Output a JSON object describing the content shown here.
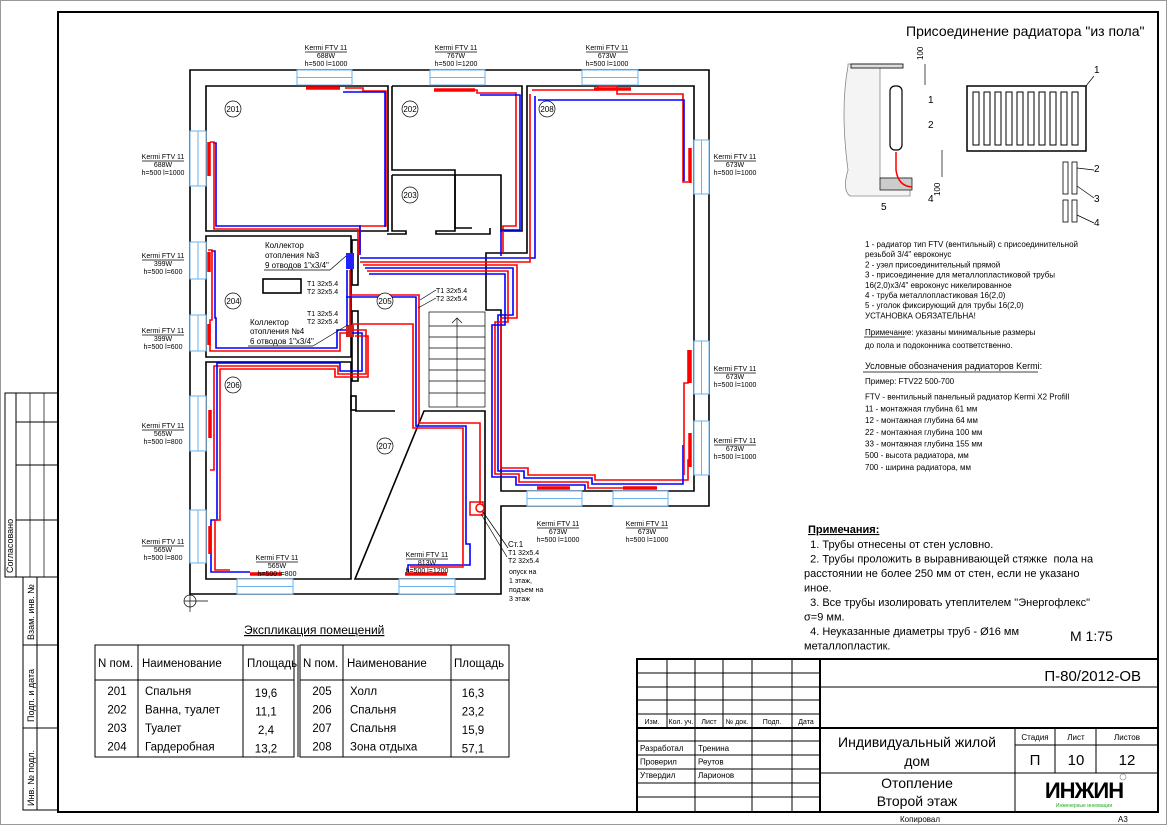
{
  "detail": {
    "title": "Присоединение радиатора \"из пола\"",
    "dim_top": "100",
    "dim_bottom": "100",
    "callouts": [
      "1",
      "2",
      "3",
      "4",
      "5"
    ],
    "legend": [
      "1 - радиатор тип FTV (вентильный) с присоединительной",
      "резьбой 3/4\" евроконус",
      "2 - узел присоединительный прямой",
      "3 - присоединение для металлопластиковой трубы",
      "16(2,0)x3/4\" евроконус никелированное",
      "4 - труба металлопластиковая 16(2,0)",
      "5 - уголок фиксирующий для трубы 16(2,0)",
      "УСТАНОВКА ОБЯЗАТЕЛЬНА!"
    ],
    "remark_1": "Примечание: указаны минимальные размеры",
    "remark_2": "до пола и подоконника соответственно."
  },
  "kermi_legend": {
    "title": "Условные обозначения радиаторов Kermi:",
    "lines": [
      "Пример: FTV22 500-700",
      "FTV - вентильный панельный радиатор Kermi X2 Profill",
      "11 - монтажная глубина 61 мм",
      "12 - монтажная глубина 64 мм",
      "22 - монтажная глубина 100 мм",
      "33 - монтажная глубина 155 мм",
      "500 - высота радиатора, мм",
      "700 - ширина радиатора, мм"
    ]
  },
  "notes": {
    "title": "Примечания:",
    "lines": [
      "  1. Трубы отнесены от стен условно.",
      "  2. Трубы проложить в выравнивающей стяжке  пола на",
      "расстоянии не более 250 мм от стен, если не указано",
      "иное.",
      "  3. Все трубы изолировать утеплителем \"Энергофлекс\"",
      "σ=9 мм.",
      "  4. Неуказанные диаметры труб - Ø16 мм",
      "металлопластик."
    ],
    "scale": "М 1:75"
  },
  "plan": {
    "rooms": [
      "201",
      "202",
      "203",
      "204",
      "205",
      "206",
      "207",
      "208"
    ],
    "collector3": [
      "Коллектор",
      "отопления №3",
      "9 отводов 1\"x3/4\""
    ],
    "collector4": [
      "Коллектор",
      "отопления №4",
      "6 отводов 1\"x3/4\""
    ],
    "pipe_t1": "Т1 32x5.4",
    "pipe_t2": "Т2 32x5.4",
    "riser": [
      "Ст.1",
      "Т1 32x5.4",
      "Т2 32x5.4",
      "опуск на",
      "1 этаж,",
      "подъем на",
      "3 этаж"
    ],
    "radiators": [
      {
        "model": "Kermi FTV 11",
        "power": "688W",
        "size": "h=500 l=1000"
      },
      {
        "model": "Kermi FTV 11",
        "power": "767W",
        "size": "h=500 l=1200"
      },
      {
        "model": "Kermi FTV 11",
        "power": "673W",
        "size": "h=500 l=1000"
      },
      {
        "model": "Kermi FTV 11",
        "power": "688W",
        "size": "h=500 l=1000"
      },
      {
        "model": "Kermi FTV 11",
        "power": "399W",
        "size": "h=500 l=600"
      },
      {
        "model": "Kermi FTV 11",
        "power": "399W",
        "size": "h=500 l=600"
      },
      {
        "model": "Kermi FTV 11",
        "power": "565W",
        "size": "h=500 l=800"
      },
      {
        "model": "Kermi FTV 11",
        "power": "565W",
        "size": "h=500 l=800"
      },
      {
        "model": "Kermi FTV 11",
        "power": "673W",
        "size": "h=500 l=1000"
      },
      {
        "model": "Kermi FTV 11",
        "power": "673W",
        "size": "h=500 l=1000"
      },
      {
        "model": "Kermi FTV 11",
        "power": "673W",
        "size": "h=500 l=1000"
      },
      {
        "model": "Kermi FTV 11",
        "power": "673W",
        "size": "h=500 l=1000"
      },
      {
        "model": "Kermi FTV 11",
        "power": "673W",
        "size": "h=500 l=1000"
      },
      {
        "model": "Kermi FTV 11",
        "power": "565W",
        "size": "h=500 l=800"
      },
      {
        "model": "Kermi FTV 11",
        "power": "813W",
        "size": "h=500 l=1200"
      }
    ],
    "colors": {
      "supply": "#ff0000",
      "return": "#0000ff",
      "window": "#6ab3ef"
    }
  },
  "explication": {
    "title": "Экспликация помещений",
    "headers": [
      "N пом.",
      "Наименование",
      "Площадь"
    ],
    "rows": [
      {
        "n": "201",
        "name": "Спальня",
        "area": "19,6"
      },
      {
        "n": "202",
        "name": "Ванна, туалет",
        "area": "11,1"
      },
      {
        "n": "203",
        "name": "Туалет",
        "area": "2,4"
      },
      {
        "n": "204",
        "name": "Гардеробная",
        "area": "13,2"
      },
      {
        "n": "205",
        "name": "Холл",
        "area": "16,3"
      },
      {
        "n": "206",
        "name": "Спальня",
        "area": "23,2"
      },
      {
        "n": "207",
        "name": "Спальня",
        "area": "15,9"
      },
      {
        "n": "208",
        "name": "Зона отдыха",
        "area": "57,1"
      }
    ]
  },
  "title_block": {
    "doc_code": "П-80/2012-ОВ",
    "cols": [
      "Изм.",
      "Кол. уч.",
      "Лист",
      "№ док.",
      "Подп.",
      "Дата"
    ],
    "people": [
      {
        "role": "Разработал",
        "name": "Тренина"
      },
      {
        "role": "Проверил",
        "name": "Реутов"
      },
      {
        "role": "Утвердил",
        "name": "Ларионов"
      }
    ],
    "project_1": "Индивидуальный жилой",
    "project_2": "дом",
    "sheet_1": "Отопление",
    "sheet_2": "Второй этаж",
    "stage_label": "Стадия",
    "sheet_label": "Лист",
    "sheets_label": "Листов",
    "stage": "П",
    "sheet": "10",
    "sheets": "12",
    "logo": "ИНЖИН",
    "logo_sub": "Инженерные инновации",
    "copied": "Копировал",
    "format": "А3"
  },
  "side_stamp": {
    "agreed": "Согласовано",
    "inv_replace": "Взам. инв. №",
    "sign_date": "Подп. и дата",
    "inv_orig": "Инв. № подл."
  }
}
